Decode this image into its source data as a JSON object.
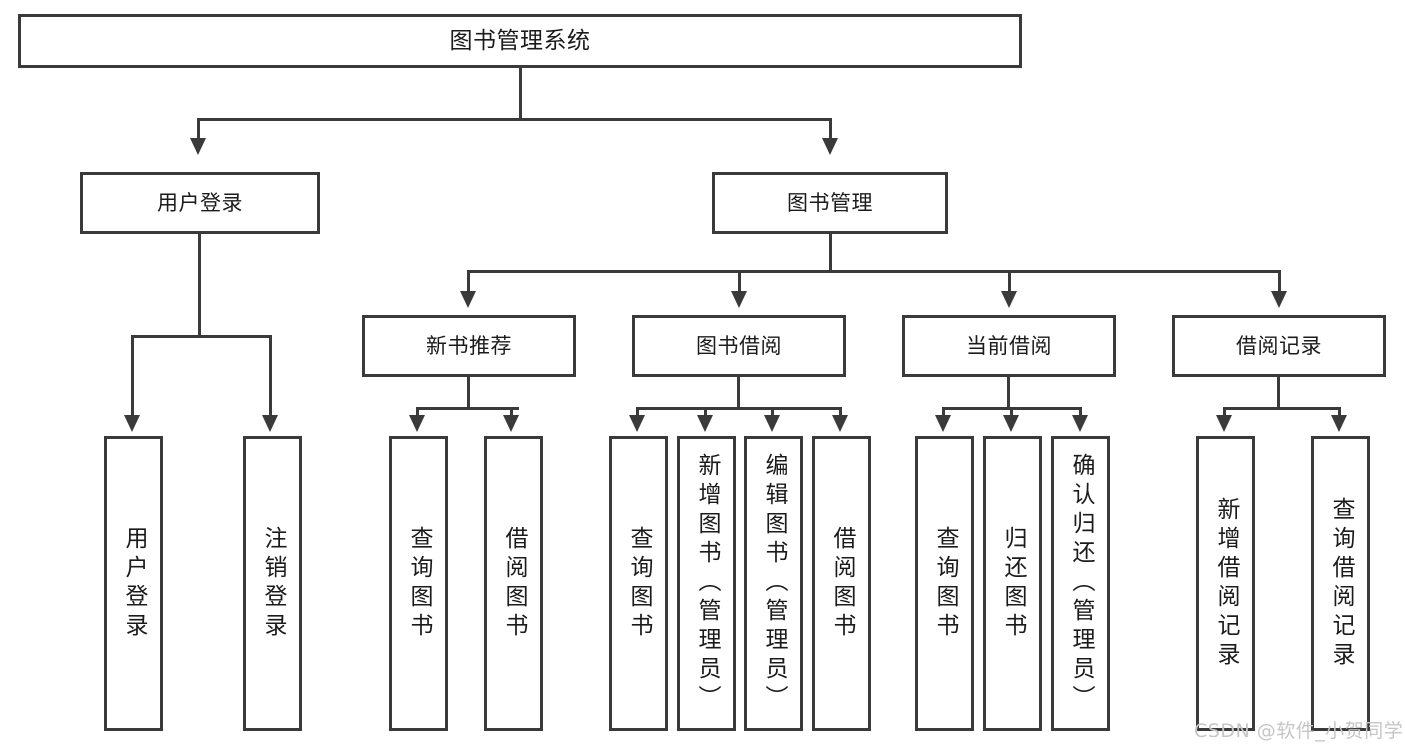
{
  "diagram": {
    "type": "tree",
    "title": "图书管理系统",
    "root": {
      "label": "图书管理系统",
      "children": [
        {
          "label": "用户登录",
          "children": [
            {
              "label": "用户登录"
            },
            {
              "label": "注销登录"
            }
          ]
        },
        {
          "label": "图书管理",
          "children": [
            {
              "label": "新书推荐",
              "children": [
                {
                  "label": "查询图书"
                },
                {
                  "label": "借阅图书"
                }
              ]
            },
            {
              "label": "图书借阅",
              "children": [
                {
                  "label": "查询图书"
                },
                {
                  "label": "新增图书（管理员）"
                },
                {
                  "label": "编辑图书（管理员）"
                },
                {
                  "label": "借阅图书"
                }
              ]
            },
            {
              "label": "当前借阅",
              "children": [
                {
                  "label": "查询图书"
                },
                {
                  "label": "归还图书"
                },
                {
                  "label": "确认归还（管理员）"
                }
              ]
            },
            {
              "label": "借阅记录",
              "children": [
                {
                  "label": "新增借阅记录"
                },
                {
                  "label": "查询借阅记录"
                }
              ]
            }
          ]
        }
      ]
    }
  },
  "nodes": {
    "root": "图书管理系统",
    "user_login": "用户登录",
    "book_manage": "图书管理",
    "new_book_rec": "新书推荐",
    "book_borrow": "图书借阅",
    "current_borrow": "当前借阅",
    "borrow_record": "借阅记录",
    "leaf_user_login": "用户登录",
    "leaf_logout": "注销登录",
    "leaf_query_book_1": "查询图书",
    "leaf_borrow_book_1": "借阅图书",
    "leaf_query_book_2": "查询图书",
    "leaf_add_book_admin": "新增图书（管理员）",
    "leaf_edit_book_admin": "编辑图书（管理员）",
    "leaf_borrow_book_2": "借阅图书",
    "leaf_query_book_3": "查询图书",
    "leaf_return_book": "归还图书",
    "leaf_confirm_return_admin": "确认归还（管理员）",
    "leaf_add_record": "新增借阅记录",
    "leaf_query_record": "查询借阅记录"
  },
  "watermark": {
    "text": "CSDN @软件_小贺同学"
  },
  "colors": {
    "background": "#ffffff",
    "box_border": "#3a3a3a",
    "connector": "#3a3a3a",
    "text": "#1b1b1b",
    "watermark": "#c6c6c6"
  }
}
